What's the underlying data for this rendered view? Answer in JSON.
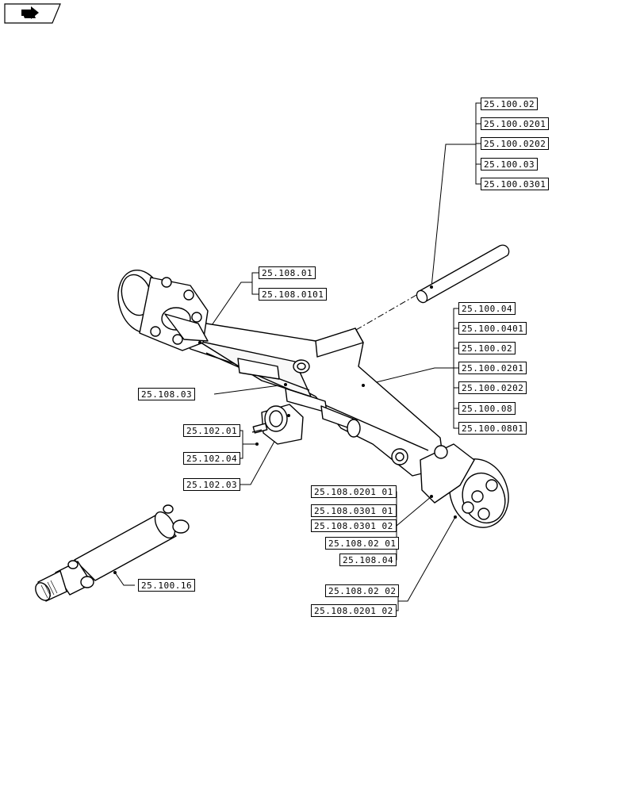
{
  "refs": {
    "r25_100_02_a": "25.100.02",
    "r25_100_0201_a": "25.100.0201",
    "r25_100_0202_a": "25.100.0202",
    "r25_100_03": "25.100.03",
    "r25_100_0301": "25.100.0301",
    "r25_108_01": "25.108.01",
    "r25_108_0101": "25.108.0101",
    "r25_100_04": "25.100.04",
    "r25_100_0401": "25.100.0401",
    "r25_100_02_b": "25.100.02",
    "r25_100_0201_b": "25.100.0201",
    "r25_100_0202_b": "25.100.0202",
    "r25_100_08": "25.100.08",
    "r25_100_0801": "25.100.0801",
    "r25_108_03": "25.108.03",
    "r25_102_01": "25.102.01",
    "r25_102_04": "25.102.04",
    "r25_102_03": "25.102.03",
    "r25_108_0201_01": "25.108.0201 01",
    "r25_108_0301_01": "25.108.0301 01",
    "r25_108_0301_02": "25.108.0301 02",
    "r25_108_02_01": "25.108.02 01",
    "r25_108_04": "25.108.04",
    "r25_108_02_02": "25.108.02 02",
    "r25_108_0201_02": "25.108.0201 02",
    "r25_100_16": "25.100.16"
  },
  "icons": {
    "nav": "previous-page-arrow-icon"
  }
}
